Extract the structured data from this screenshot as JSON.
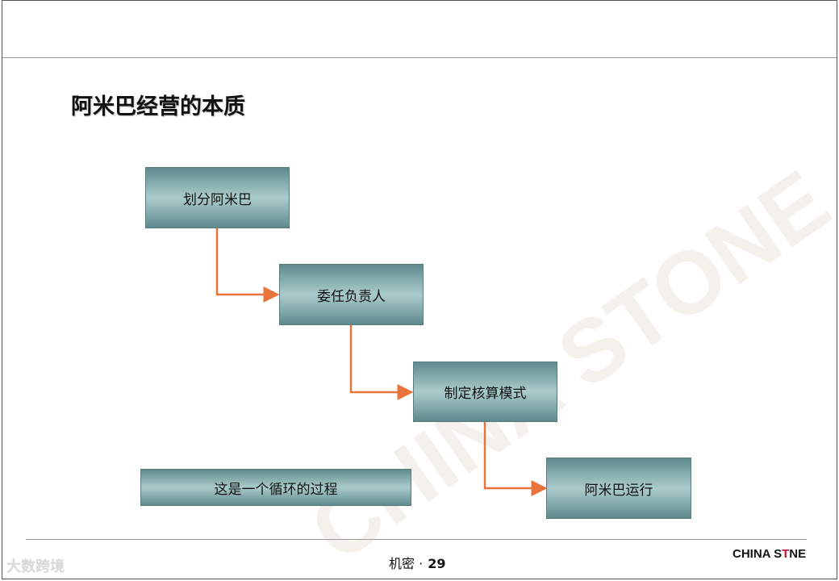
{
  "slide": {
    "title": "阿米巴经营的本质"
  },
  "flow": {
    "steps": [
      "划分阿米巴",
      "委任负责人",
      "制定核算模式",
      "阿米巴运行"
    ],
    "note": "这是一个循环的过程",
    "arrow_color": "#e8743b",
    "box_color": "#a8c9ca"
  },
  "footer": {
    "label": "机密 ·",
    "page": "29",
    "logo_left": "CHINA S",
    "logo_mark": "T",
    "logo_right": "NE",
    "corner_watermark": "大数跨境"
  },
  "watermark": {
    "text": "CHINA STONE"
  }
}
